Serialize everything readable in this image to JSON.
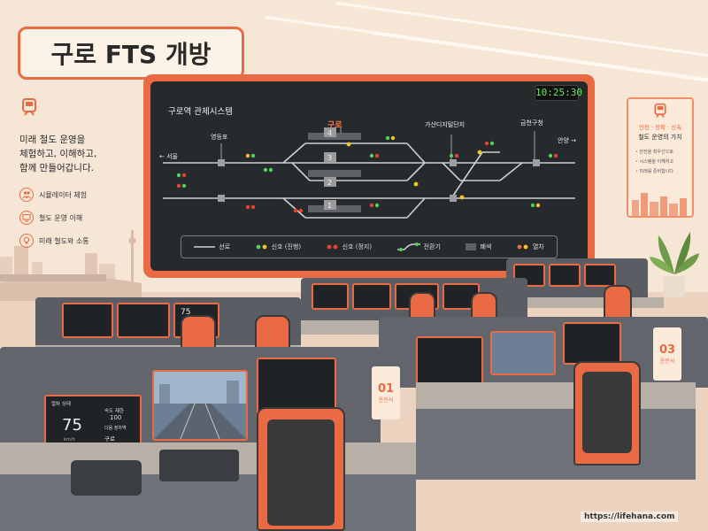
{
  "title": "구로 FTS 개방",
  "left_panel": {
    "tagline_lines": [
      "미래 철도 운영을",
      "체험하고, 이해하고,",
      "함께 만들어갑니다."
    ],
    "features": [
      {
        "icon": "people-icon",
        "label": "시뮬레이터 체험"
      },
      {
        "icon": "monitor-icon",
        "label": "철도 운영 이해"
      },
      {
        "icon": "lightbulb-icon",
        "label": "미래 철도와 소통"
      }
    ]
  },
  "board": {
    "title": "구로역 관제시스템",
    "clock": "10:25:30",
    "stations": {
      "seoul": "← 서울",
      "yeongdeungpo": "영등포",
      "guro": "구로",
      "gasan": "가산디지털단지",
      "geumcheon": "금천구청",
      "anyang": "안양 →"
    },
    "track_numbers": [
      "4",
      "3",
      "2",
      "1"
    ],
    "legend": [
      {
        "key": "track",
        "label": "선로"
      },
      {
        "key": "signal-go",
        "label": "신호 (진행)"
      },
      {
        "key": "signal-stop",
        "label": "신호 (정지)"
      },
      {
        "key": "switch",
        "label": "전환기"
      },
      {
        "key": "block",
        "label": "폐색"
      },
      {
        "key": "train",
        "label": "열차"
      }
    ]
  },
  "poster": {
    "heading": "안전 · 정확 · 신속",
    "subheading": "철도 운영의 가치",
    "items": [
      "안전을 최우선으로",
      "시스템을 이해하고",
      "미래를 준비합니다"
    ]
  },
  "consoles": {
    "speed_panel": {
      "header": "열차 상태",
      "speed": "75",
      "unit": "km/h",
      "limit_label": "속도 제한",
      "limit_value": "100",
      "next_label": "다음 정차역",
      "next_station": "구로"
    },
    "mid_monitor_value": "75",
    "labels": [
      {
        "num": "01",
        "text": "운전석"
      },
      {
        "num": "03",
        "text": "운전석"
      }
    ]
  },
  "watermark": "https://lifehana.com",
  "colors": {
    "accent": "#ea6a44",
    "board_bg": "#262a2c",
    "signal_green": "#4fd15a",
    "signal_red": "#e5432f",
    "signal_yellow": "#f2c230"
  }
}
